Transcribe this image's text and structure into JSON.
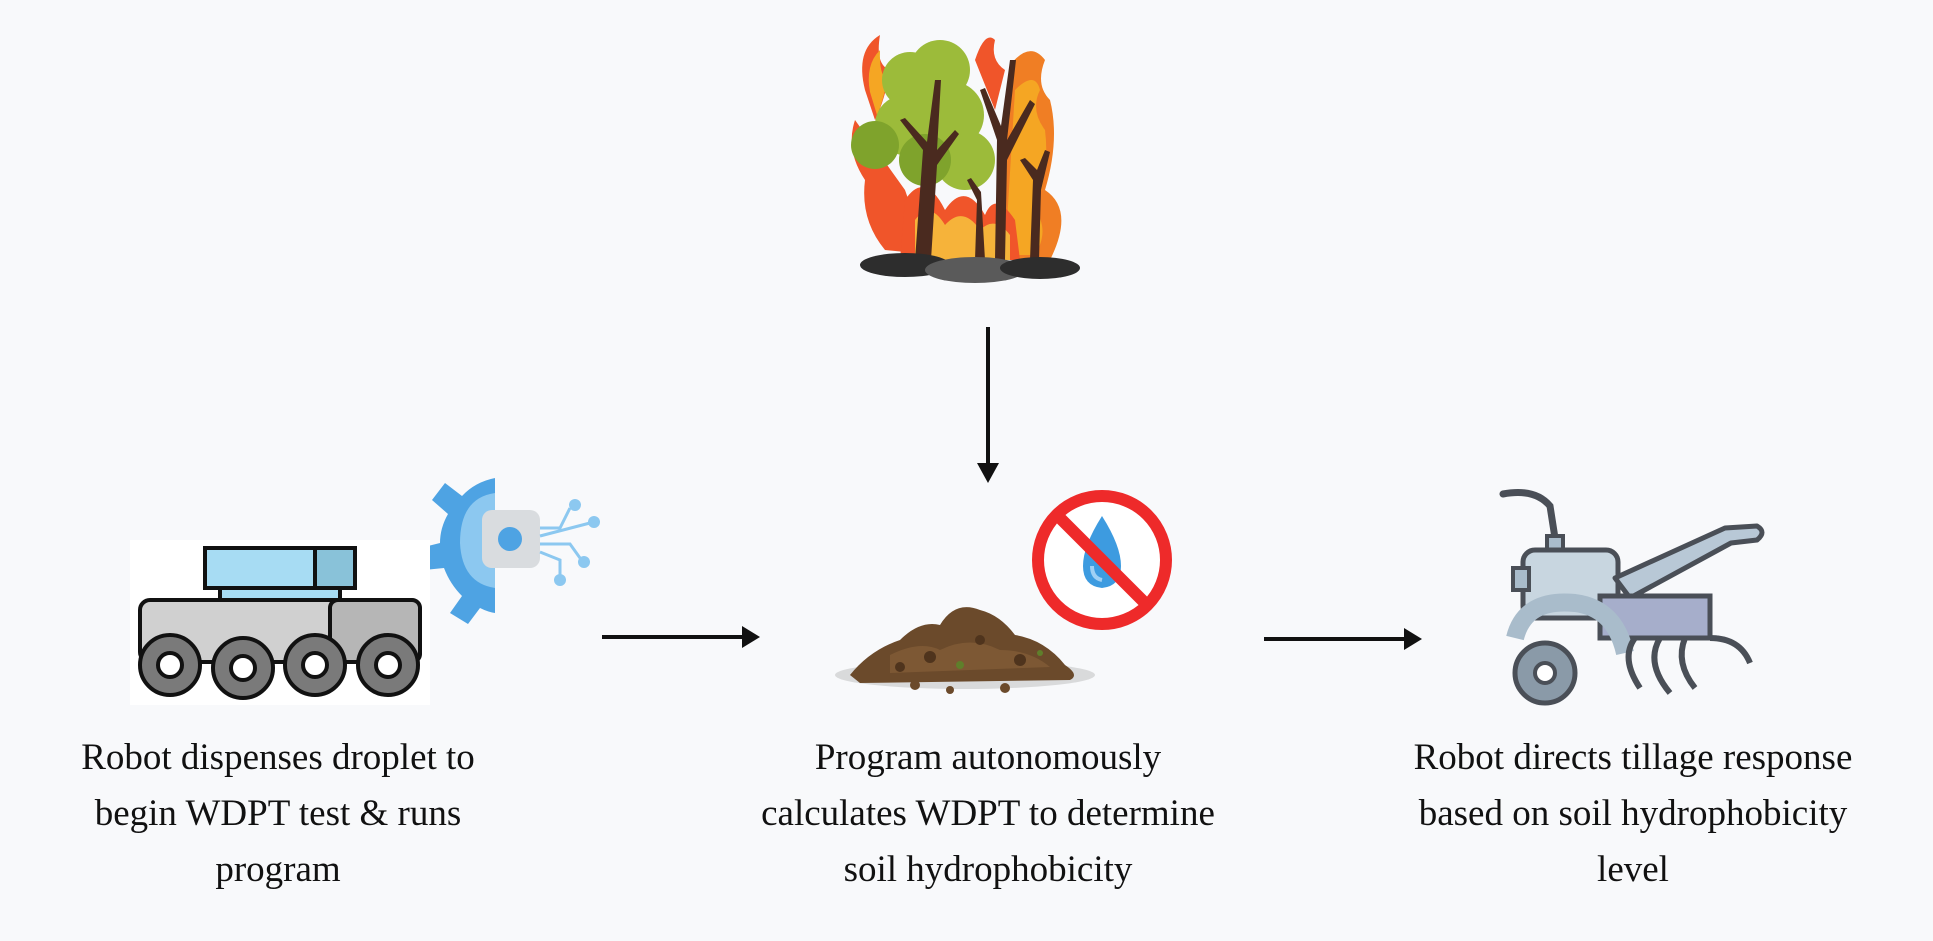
{
  "diagram": {
    "captions": {
      "left": [
        "Robot dispenses droplet to",
        "begin WDPT test & runs",
        "program"
      ],
      "middle": [
        "Program autonomously",
        "calculates WDPT to determine",
        "soil hydrophobicity"
      ],
      "right": [
        "Robot directs tillage response",
        "based on soil hydrophobicity",
        "level"
      ]
    },
    "icons": [
      "wildfire-icon",
      "robot-rover-icon",
      "ai-gear-icon",
      "soil-pile-icon",
      "no-water-icon",
      "tiller-icon"
    ],
    "colors": {
      "background": "#f8f9fb",
      "arrow": "#111111",
      "flame": "#f5a623",
      "tree_green": "#9cbb3a",
      "no_symbol_red": "#ee2a2a",
      "water_blue": "#3d9be0",
      "soil_brown": "#6b4a2b",
      "gear_blue": "#4ea3e3",
      "tiller_metal": "#a9bccb"
    }
  }
}
